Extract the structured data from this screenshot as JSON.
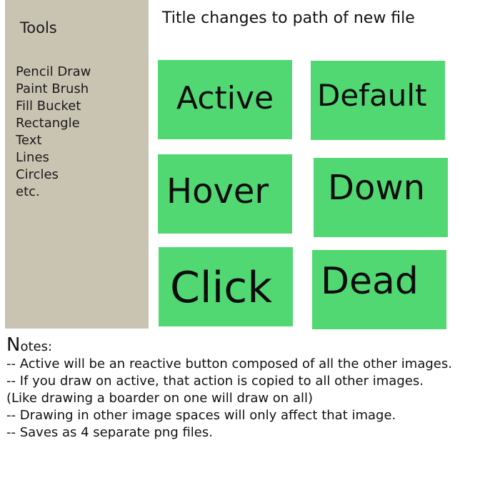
{
  "title": "Title changes to path of new file",
  "sidebar": {
    "heading": "Tools",
    "tools": [
      {
        "label": "Pencil Draw"
      },
      {
        "label": "Paint Brush"
      },
      {
        "label": "Fill Bucket"
      },
      {
        "label": "Rectangle"
      },
      {
        "label": "Text"
      },
      {
        "label": "Lines"
      },
      {
        "label": "Circles"
      },
      {
        "label": "etc."
      }
    ]
  },
  "images": {
    "active": "Active",
    "default": "Default",
    "hover": "Hover",
    "down": "Down",
    "click": "Click",
    "dead": "Dead"
  },
  "notes": {
    "heading_initial": "N",
    "heading_rest": "otes:",
    "lines": [
      "-- Active will be an reactive button composed of all the other images.",
      "-- If you draw on active, that action is copied to all other images.",
      "(Like drawing a boarder on one will draw on all)",
      "-- Drawing in other image spaces will only affect that image.",
      "-- Saves as 4 separate png files."
    ]
  },
  "colors": {
    "sidebar_bg": "#c9c3b1",
    "image_bg": "#52d872",
    "page_bg": "#ffffff"
  }
}
